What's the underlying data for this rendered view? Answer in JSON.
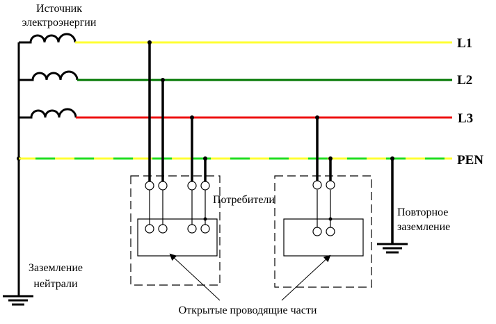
{
  "diagram": {
    "type": "TN-C electrical grounding scheme",
    "source_label": [
      "Источник",
      "электроэнергии"
    ],
    "neutral_ground_label": [
      "Заземление",
      "нейтрали"
    ],
    "consumers_label": "Потребители",
    "repeat_ground_label": [
      "Повторное",
      "заземление"
    ],
    "exposed_parts_label": "Открытые проводящие части",
    "conductors": [
      {
        "id": "L1",
        "label": "L1",
        "color": "#ffff33"
      },
      {
        "id": "L2",
        "label": "L2",
        "color": "#007700"
      },
      {
        "id": "L3",
        "label": "L3",
        "color": "#ee1111"
      },
      {
        "id": "PEN",
        "label": "PEN",
        "color_a": "#ffff33",
        "color_b": "#22dd22"
      }
    ],
    "consumers": [
      {
        "name": "consumer-1",
        "connections": [
          "L1",
          "L2",
          "L3",
          "PEN"
        ]
      },
      {
        "name": "consumer-2",
        "connections": [
          "L3",
          "PEN"
        ]
      }
    ]
  }
}
